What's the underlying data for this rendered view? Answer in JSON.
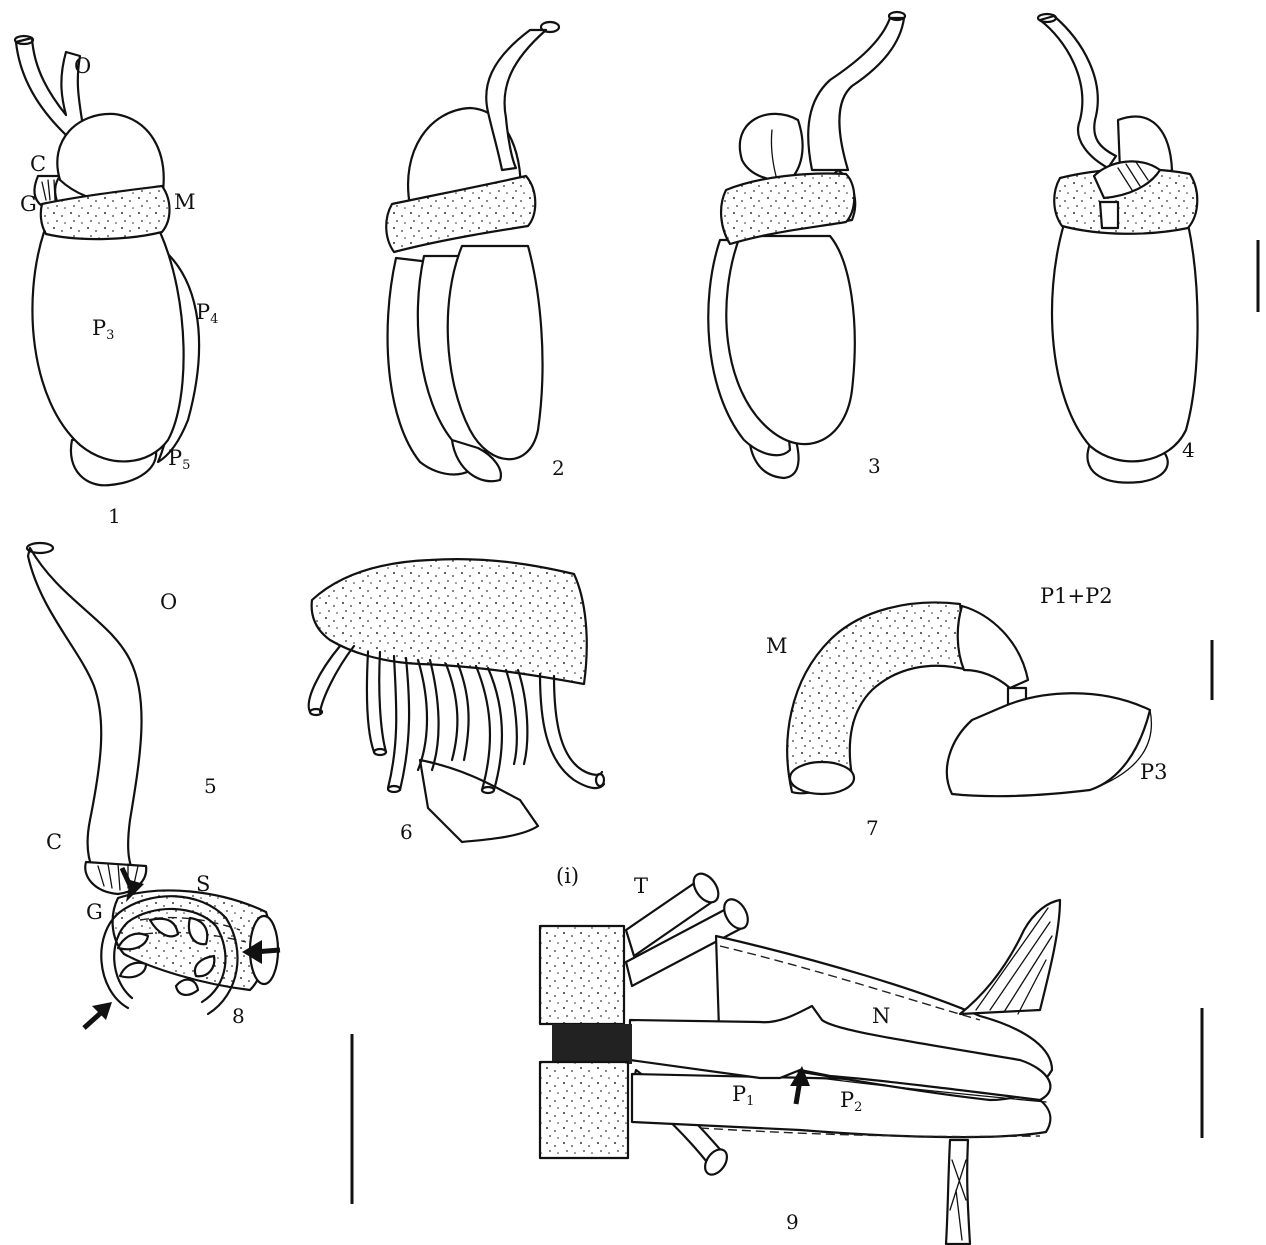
{
  "figures": {
    "fig1": {
      "number": "1",
      "labels": {
        "O": "O",
        "C": "C",
        "G": "G",
        "M": "M",
        "P3_base": "P",
        "P3_sub": "3",
        "P4_base": "P",
        "P4_sub": "4",
        "P5_base": "P",
        "P5_sub": "5"
      }
    },
    "fig2": {
      "number": "2"
    },
    "fig3": {
      "number": "3"
    },
    "fig4": {
      "number": "4"
    },
    "fig5": {
      "number": "5",
      "labels": {
        "O": "O",
        "C": "C",
        "G": "G",
        "S": "S"
      }
    },
    "fig6": {
      "number": "6"
    },
    "fig7": {
      "number": "7",
      "labels": {
        "M": "M",
        "P1P2": "P1+P2",
        "P3": "P3"
      }
    },
    "fig8": {
      "number": "8"
    },
    "fig9": {
      "number": "9",
      "labels": {
        "i": "(i)",
        "T": "T",
        "N": "N",
        "P1_base": "P",
        "P1_sub": "1",
        "P2_base": "P",
        "P2_sub": "2"
      }
    }
  },
  "icons": {
    "arrow": "arrow-icon"
  },
  "colors": {
    "line": "#111111",
    "background": "#ffffff"
  }
}
